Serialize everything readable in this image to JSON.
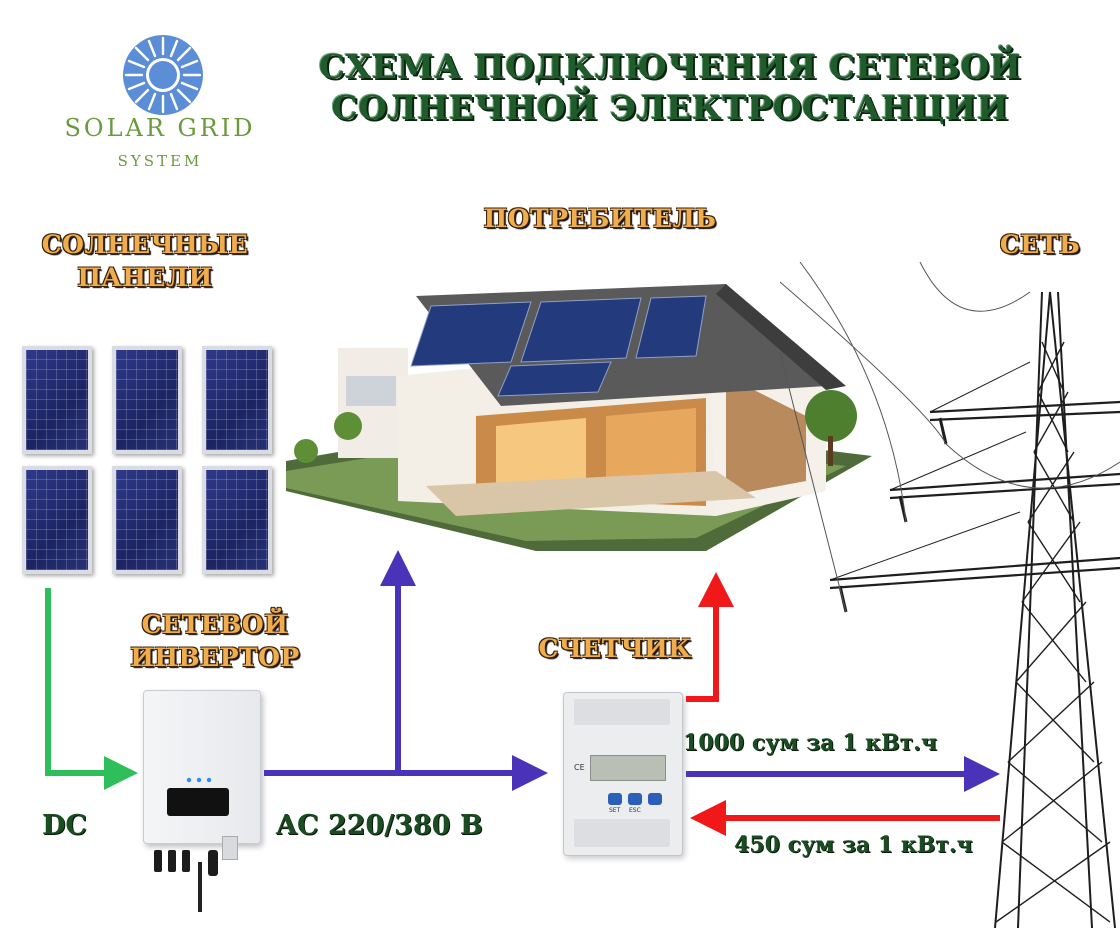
{
  "title": {
    "line1": "СХЕМА ПОДКЛЮЧЕНИЯ СЕТЕВОЙ",
    "line2": "СОЛНЕЧНОЙ ЭЛЕКТРОСТАНЦИИ"
  },
  "logo": {
    "main": "SOLAR GRID",
    "sub": "SYSTEM"
  },
  "labels": {
    "panels_line1": "СОЛНЕЧНЫЕ",
    "panels_line2": "ПАНЕЛИ",
    "consumer": "ПОТРЕБИТЕЛЬ",
    "grid": "СЕТЬ",
    "inverter_line1": "СЕТЕВОЙ",
    "inverter_line2": "ИНВЕРТОР",
    "meter": "СЧЕТЧИК"
  },
  "values": {
    "dc": "DC",
    "ac": "AC 220/380 В",
    "sell_price": "1000 сум за 1 кВт.ч",
    "buy_price": "450 сум за 1 кВт.ч"
  },
  "meter": {
    "btn_set": "SET",
    "btn_esc": "ESC",
    "mark_ce": "CE"
  },
  "colors": {
    "dc_arrow": "#2fbf5a",
    "ac_arrow": "#4a33b8",
    "import_arrow": "#f01818",
    "title_green": "#1f5b2b",
    "label_orange": "#f0ad4e",
    "logo_blue": "#5b8ed6",
    "logo_green": "#6a9a3e"
  }
}
